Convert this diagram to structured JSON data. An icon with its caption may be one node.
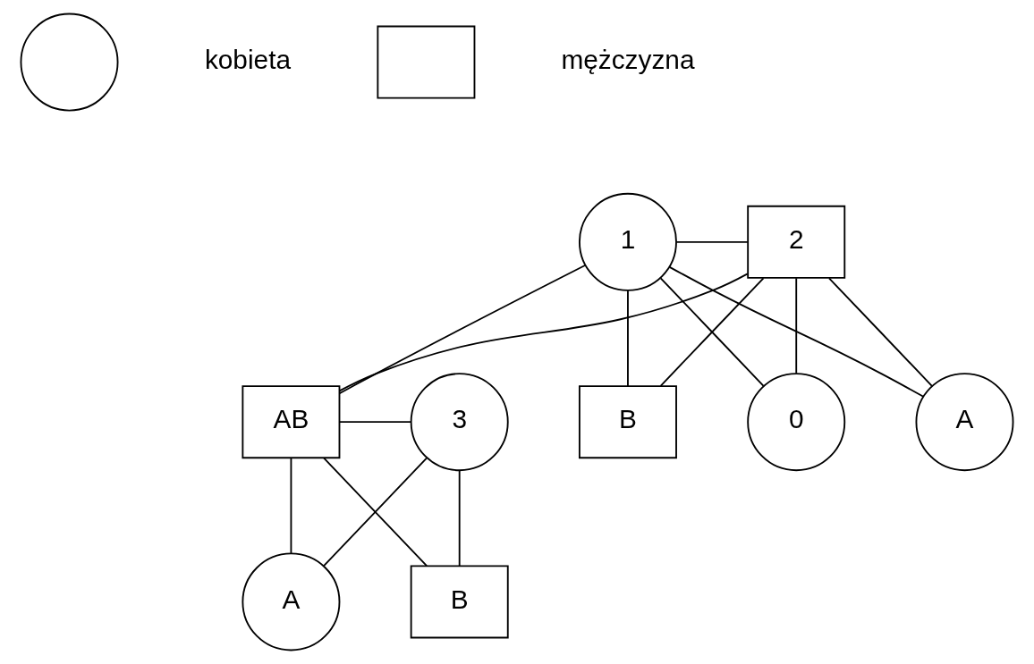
{
  "diagram": {
    "nodes": [
      {
        "text": [],
        "shape": "circle"
      },
      {
        "text": [],
        "shape": "box"
      },
      {
        "text": [
          "1"
        ]
      },
      {
        "text": [
          "2"
        ]
      },
      {
        "text": [
          "0"
        ]
      },
      {
        "text": [
          "A"
        ]
      },
      {
        "text": [
          "B"
        ]
      },
      {
        "text": [
          "AB"
        ]
      },
      {
        "text": [
          "3"
        ]
      },
      {
        "text": [
          "A"
        ]
      },
      {
        "text": [
          "B"
        ]
      }
    ],
    "edges": [
      {
        "from": 2,
        "to": 3,
        "arrow": "none"
      },
      {
        "from": 2,
        "to": 4,
        "arrow": "none"
      },
      {
        "from": 3,
        "to": 4,
        "arrow": "none"
      },
      {
        "from": 2,
        "to": 5,
        "arrow": "none"
      },
      {
        "from": 3,
        "to": 5,
        "arrow": "none"
      },
      {
        "from": 2,
        "to": 6,
        "arrow": "none"
      },
      {
        "from": 3,
        "to": 6,
        "arrow": "none"
      },
      {
        "from": 2,
        "to": 7,
        "arrow": "none"
      },
      {
        "from": 3,
        "to": 7,
        "arrow": "none"
      },
      {
        "from": 7,
        "to": 8,
        "arrow": "none"
      },
      {
        "from": 7,
        "to": 9,
        "arrow": "none"
      },
      {
        "from": 8,
        "to": 9,
        "arrow": "none"
      },
      {
        "from": 7,
        "to": 10,
        "arrow": "none"
      },
      {
        "from": 8,
        "to": 10,
        "arrow": "none"
      }
    ],
    "legend": [
      {
        "text": "kobieta"
      },
      {
        "text": "mężczyzna"
      }
    ]
  }
}
